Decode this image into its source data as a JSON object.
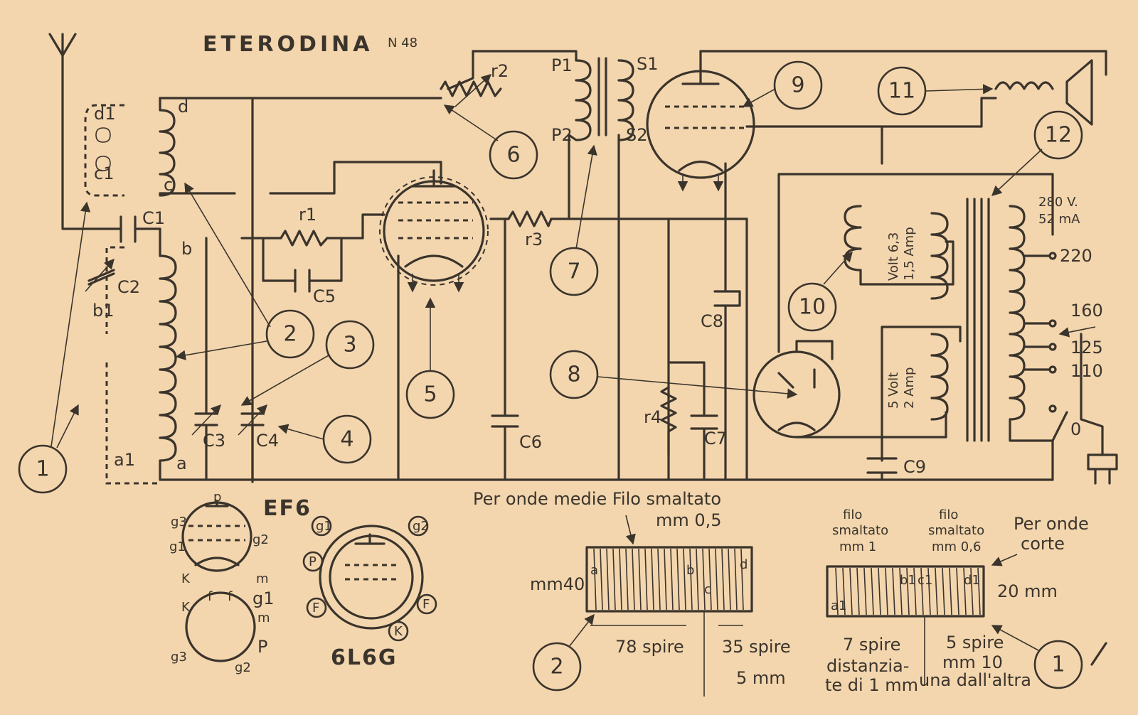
{
  "title": "ETERODINA",
  "title_suffix": "N 48",
  "component_labels": {
    "d1": "d1",
    "c1": "c1",
    "b1": "b1",
    "a1": "a1",
    "d": "d",
    "c": "c",
    "b": "b",
    "a": "a",
    "C1": "C1",
    "C2": "C2",
    "C3": "C3",
    "C4": "C4",
    "C5": "C5",
    "C6": "C6",
    "C7": "C7",
    "C8": "C8",
    "C9": "C9",
    "r1": "r1",
    "r2": "r2",
    "r3": "r3",
    "r4": "r4",
    "P1": "P1",
    "P2": "P2",
    "S1": "S1",
    "S2": "S2"
  },
  "transformer": {
    "rating": "280 V.",
    "rating_ma": "52 mA",
    "tap_220": "220",
    "tap_160": "160",
    "tap_125": "125",
    "tap_110": "110",
    "tap_0": "0",
    "winding_6v": "Volt 6,3",
    "winding_6a": "1,5 Amp",
    "winding_5v": "5 Volt",
    "winding_5a": "2 Amp"
  },
  "callouts": [
    "1",
    "2",
    "3",
    "4",
    "5",
    "6",
    "7",
    "8",
    "9",
    "10",
    "11",
    "12"
  ],
  "tubes": {
    "ef6": "EF6",
    "l6g": "6L6G",
    "ef6_pins": {
      "p": "p",
      "g3": "g3",
      "g2": "g2",
      "g1": "g1",
      "k": "K",
      "m": "m"
    },
    "ef6_base": {
      "k": "K",
      "f1": "f",
      "f2": "f",
      "g1": "g1",
      "m": "m",
      "g3": "g3",
      "g2": "g2",
      "p": "P"
    },
    "l6g_pins": {
      "g1": "g1",
      "g2": "g2",
      "p": "P",
      "f1": "F",
      "f2": "F",
      "k": "K"
    }
  },
  "coil_medium": {
    "header": "Per onde medie Filo smaltato",
    "wire": "mm 0,5",
    "height": "mm40",
    "turns_a": "78 spire",
    "turns_b": "35 spire",
    "gap": "5 mm",
    "a": "a",
    "b": "b",
    "c": "c",
    "d": "d"
  },
  "coil_short": {
    "wire1_a": "filo",
    "wire1_b": "smaltato",
    "wire1_c": "mm 1",
    "wire2_a": "filo",
    "wire2_b": "smaltato",
    "wire2_c": "mm 0,6",
    "title_a": "Per onde",
    "title_b": "corte",
    "height": "20 mm",
    "turns_a": "7 spire",
    "turns_b": "5 spire",
    "spacing_a": "distanzia-",
    "spacing_b": "te di 1 mm",
    "spacing_c": "mm 10",
    "spacing_d": "una dall'altra",
    "a1": "a1",
    "b1": "b1",
    "c1": "c1",
    "d1": "d1"
  },
  "colors": {
    "paper": "#f3d6ae",
    "ink": "#3b342c"
  }
}
